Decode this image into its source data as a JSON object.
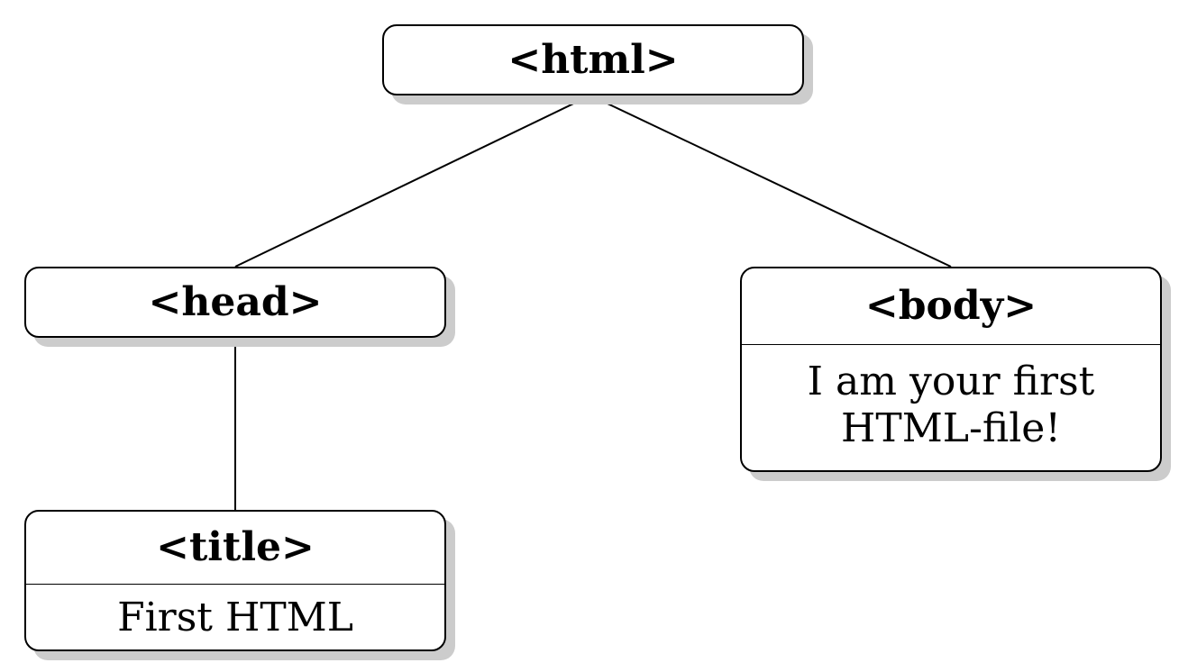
{
  "nodes": {
    "html": {
      "tag": "<html>"
    },
    "head": {
      "tag": "<head>"
    },
    "body": {
      "tag": "<body>",
      "content_line1": "I am your first",
      "content_line2": "HTML-file!"
    },
    "title": {
      "tag": "<title>",
      "content": "First HTML"
    }
  },
  "colors": {
    "stroke": "#000000",
    "shadow": "#cccccc",
    "fill": "#ffffff"
  }
}
